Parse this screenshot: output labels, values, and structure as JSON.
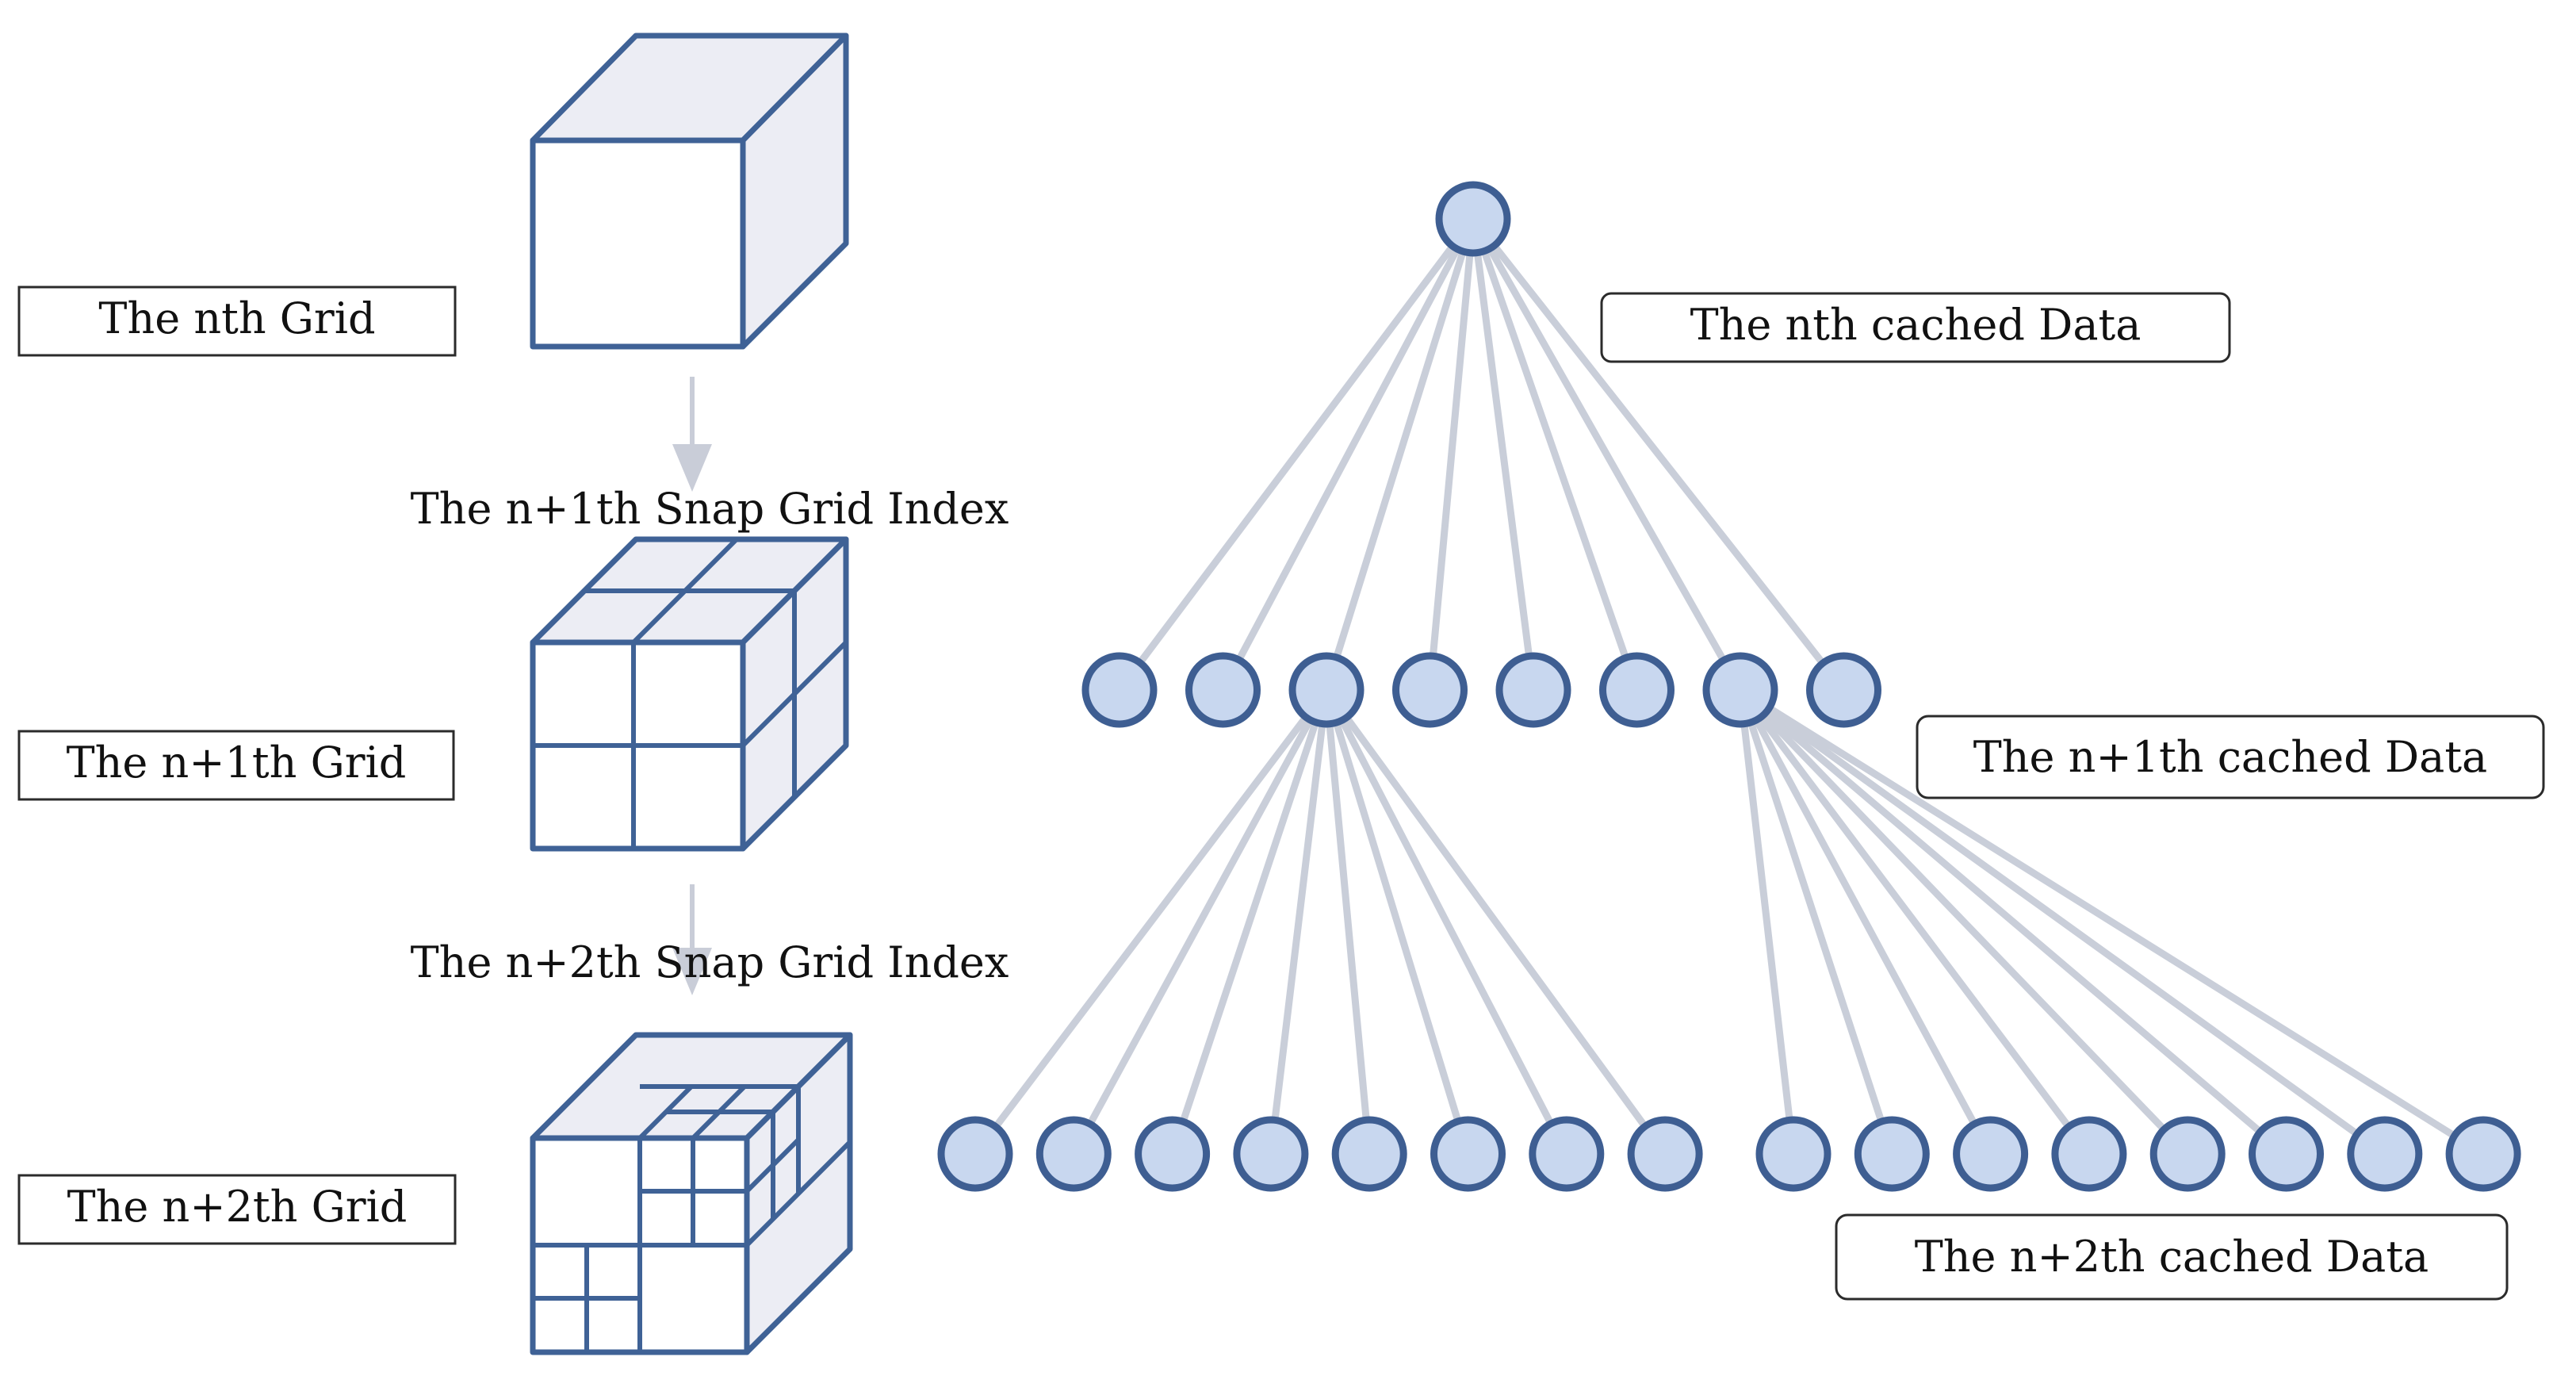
{
  "labels": {
    "grid_n": "The nth Grid",
    "grid_n1": "The n+1th Grid",
    "grid_n2": "The n+2th Grid",
    "snap_index_n1": "The n+1th Snap Grid Index",
    "snap_index_n2": "The n+2th Snap Grid Index",
    "cached_n": "The nth cached Data",
    "cached_n1": "The n+1th cached Data",
    "cached_n2": "The n+2th cached Data"
  },
  "tree": {
    "level1_nodes": 8,
    "level2_groups": [
      {
        "parent_index": 2,
        "children": 8
      },
      {
        "parent_index": 6,
        "children": 8
      }
    ]
  },
  "colors": {
    "cube_stroke": "#3f6296",
    "cube_fill": "#ecedf4",
    "node_fill": "#c8d7ef",
    "node_stroke": "#3e5e92",
    "edge": "#c9ced9",
    "arrow": "#c9cdd8"
  }
}
